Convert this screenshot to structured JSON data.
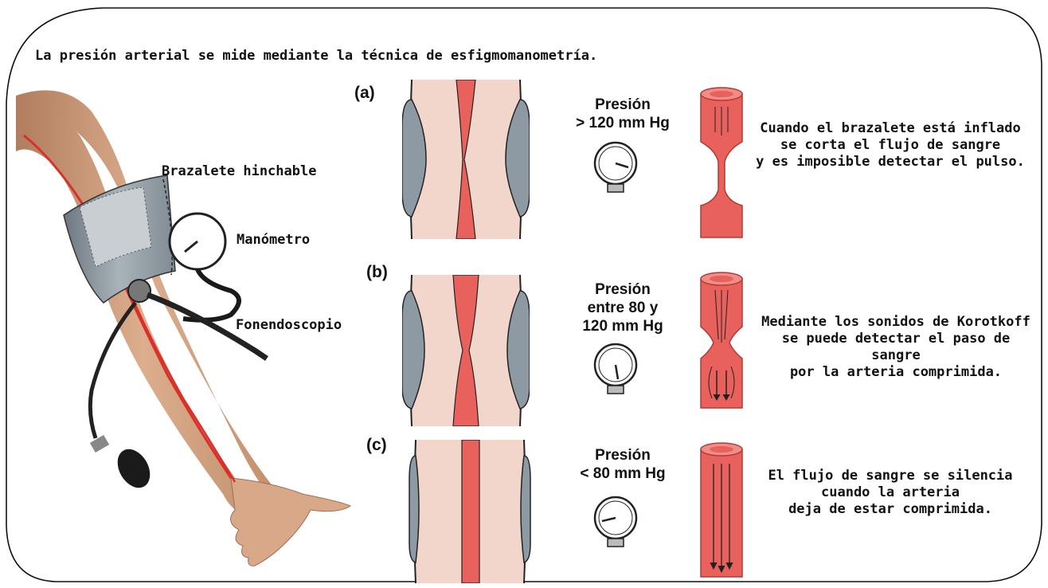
{
  "title": "La presión arterial se mide mediante la técnica de esfigmomanometría.",
  "arm_labels": {
    "cuff": "Brazalete hinchable",
    "gauge": "Manómetro",
    "stethoscope": "Fonendoscopio"
  },
  "panels": [
    {
      "letter": "(a)",
      "pressure_line1": "Presión",
      "pressure_line2": "> 120 mm Hg",
      "pressure_line3": "",
      "description": [
        "Cuando el brazalete está inflado",
        "se corta el flujo de sangre",
        "y es imposible detectar el pulso."
      ],
      "state": "compressed"
    },
    {
      "letter": "(b)",
      "pressure_line1": "Presión",
      "pressure_line2": "entre 80 y",
      "pressure_line3": "120 mm Hg",
      "description": [
        "Mediante los sonidos de Korotkoff",
        "se puede detectar el paso de sangre",
        "por la arteria comprimida."
      ],
      "state": "partial"
    },
    {
      "letter": "(c)",
      "pressure_line1": "Presión",
      "pressure_line2": "< 80 mm Hg",
      "pressure_line3": "",
      "description": [
        "El flujo de sangre se silencia",
        "cuando la arteria",
        "deja de estar comprimida."
      ],
      "state": "open"
    }
  ],
  "colors": {
    "skin": "#f2d6cc",
    "artery": "#e8615c",
    "cuff": "#8e9aa3",
    "outline": "#111111"
  }
}
